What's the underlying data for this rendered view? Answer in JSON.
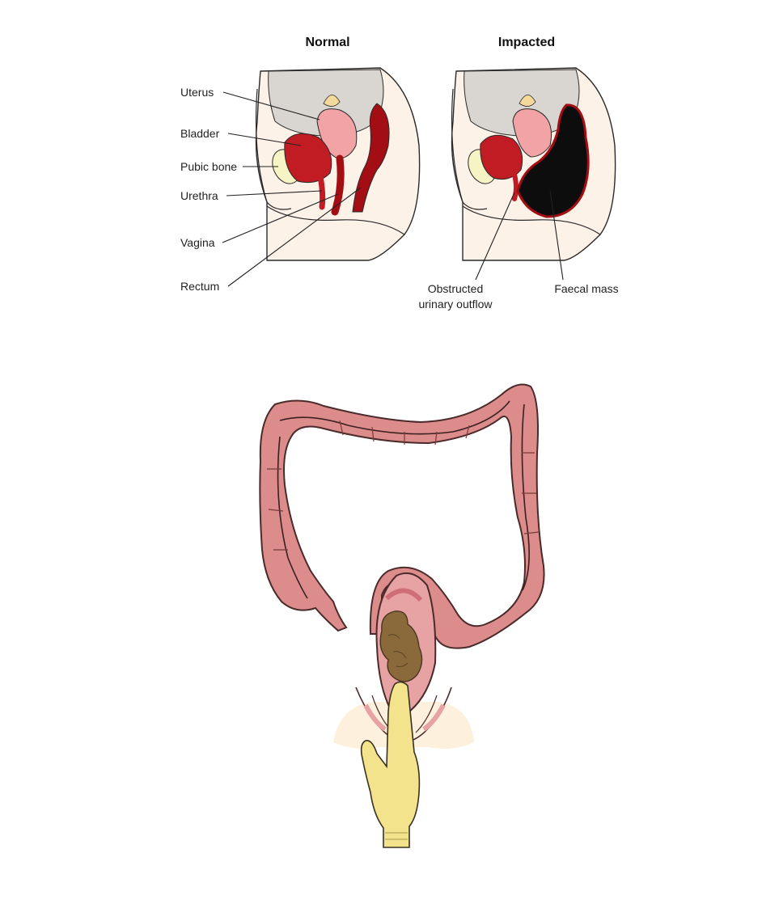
{
  "top_diagram": {
    "panels": [
      {
        "title": "Normal"
      },
      {
        "title": "Impacted"
      }
    ],
    "left_labels": [
      "Uterus",
      "Bladder",
      "Pubic bone",
      "Urethra",
      "Vagina",
      "Rectum"
    ],
    "bottom_labels": [
      {
        "lines": [
          "Obstructed",
          "urinary outflow"
        ]
      },
      {
        "lines": [
          "Faecal mass"
        ]
      }
    ]
  },
  "colors": {
    "body_outline": "#2a2a2a",
    "skin": "#fdf2e8",
    "abdominal_gray": "#d9d6d1",
    "uterus_pink": "#f2a3a6",
    "bladder_red": "#c11b23",
    "rectum_dark_red": "#a30d14",
    "faecal_mass": "#0d0d0d",
    "colon_pink": "#dc8c8a",
    "colon_outline": "#4a2a2a",
    "stool_brown": "#8a6a3a",
    "glove_yellow": "#f3e38c"
  },
  "bottom_illustration": {
    "icons": [
      "colon-icon",
      "faecal-lump-icon",
      "gloved-finger-icon",
      "buttocks-icon"
    ]
  }
}
